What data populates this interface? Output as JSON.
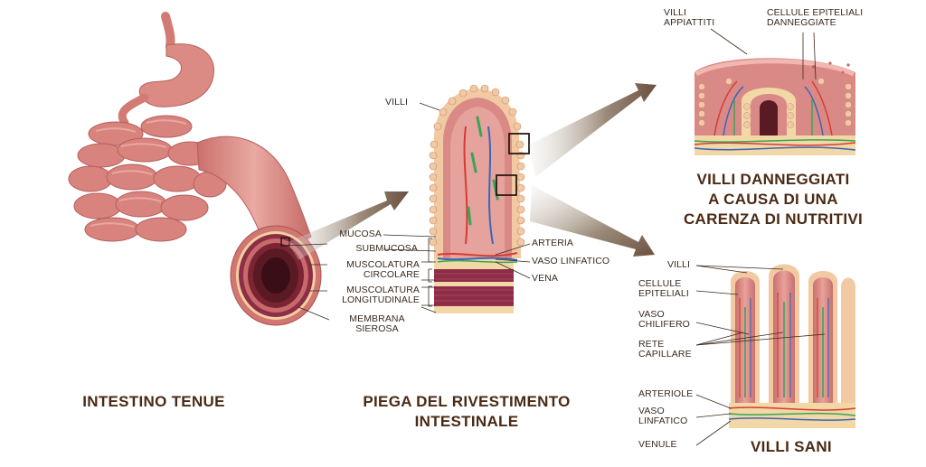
{
  "titles": {
    "small_intestine": "INTESTINO TENUE",
    "fold_line1": "PIEGA DEL RIVESTIMENTO",
    "fold_line2": "INTESTINALE",
    "damaged_line1": "VILLI DANNEGGIATI",
    "damaged_line2": "A CAUSA DI UNA",
    "damaged_line3": "CARENZA DI NUTRITIVI",
    "healthy": "VILLI SANI"
  },
  "labels": {
    "mucosa": "MUCOSA",
    "submucosa": "SUBMUCOSA",
    "circ_1": "MUSCOLATURA",
    "circ_2": "CIRCOLARE",
    "long_1": "MUSCOLATURA",
    "long_2": "LONGITUDINALE",
    "sierosa_1": "MEMBRANA",
    "sierosa_2": "SIEROSA",
    "villi_fold": "VILLI",
    "arteria": "ARTERIA",
    "vaso_linfatico": "VASO LINFATICO",
    "vena": "VENA",
    "flat_1": "VILLI",
    "flat_2": "APPIATTITI",
    "damaged_cells_1": "CELLULE EPITELIALI",
    "damaged_cells_2": "DANNEGGIATE",
    "healthy_villi": "VILLI",
    "epi_1": "CELLULE",
    "epi_2": "EPITELIALI",
    "chyl_1": "VASO",
    "chyl_2": "CHILIFERO",
    "cap_1": "RETE",
    "cap_2": "CAPILLARE",
    "arteriole": "ARTERIOLE",
    "lymph_1": "VASO",
    "lymph_2": "LINFATICO",
    "venule": "VENULE"
  },
  "colors": {
    "tissue": "#d98a86",
    "tissue_dark": "#b55f5d",
    "tissue_light": "#eab0aa",
    "epithelium": "#f2c9a6",
    "muscle": "#8e2d47",
    "artery": "#d83a34",
    "vein": "#3d66b6",
    "lymph": "#3aa457",
    "title": "#4a2a14",
    "arrow": "#6a5040"
  }
}
